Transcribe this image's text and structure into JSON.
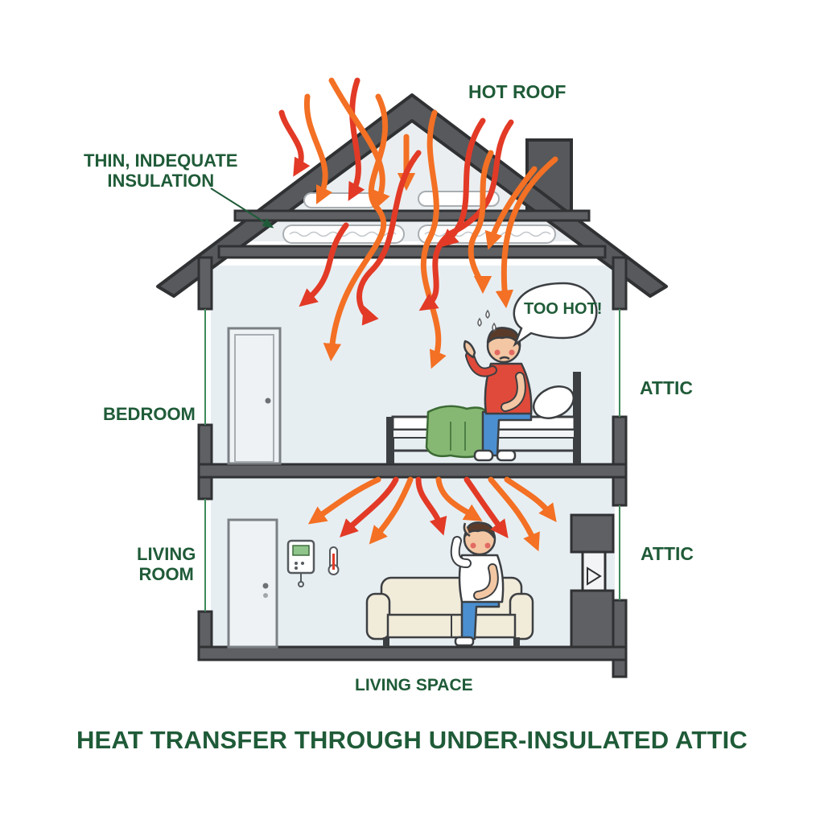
{
  "diagram": {
    "title": "HEAT TRANSFER THROUGH UNDER-INSULATED ATTIC",
    "labels": {
      "hot_roof": "HOT ROOF",
      "insulation_line1": "THIN, INDEQUATE",
      "insulation_line2": "INSULATION",
      "bedroom": "BEDROOM",
      "living_room_line1": "LIVING",
      "living_room_line2": "ROOM",
      "attic_upper": "ATTIC",
      "attic_lower": "ATTIC",
      "living_space": "LIVING SPACE"
    },
    "speech_bubble": "TOO HOT!",
    "colors": {
      "label_green": "#1f5b38",
      "wall_gray": "#5e6063",
      "interior_blue": "#e7eef2",
      "heat_red": "#e23a26",
      "heat_orange": "#f37024",
      "shirt_red": "#e04a3a",
      "blanket_green": "#86b873"
    }
  }
}
